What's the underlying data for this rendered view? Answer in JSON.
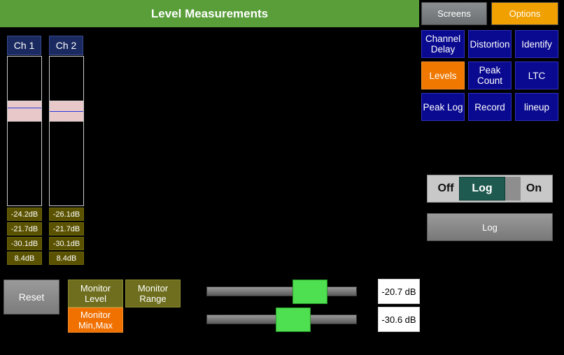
{
  "header": {
    "title": "Level Measurements"
  },
  "top_buttons": {
    "screens": "Screens",
    "options": "Options"
  },
  "options_grid": [
    {
      "label": "Channel Delay",
      "active": false
    },
    {
      "label": "Distortion",
      "active": false
    },
    {
      "label": "Identify",
      "active": false
    },
    {
      "label": "Levels",
      "active": true
    },
    {
      "label": "Peak Count",
      "active": false
    },
    {
      "label": "LTC",
      "active": false
    },
    {
      "label": "Peak Log",
      "active": false
    },
    {
      "label": "Record",
      "active": false
    },
    {
      "label": "lineup",
      "active": false
    }
  ],
  "channels": [
    {
      "name": "Ch 1",
      "values": [
        "-24.2dB",
        "-21.7dB",
        "-30.1dB",
        "8.4dB"
      ]
    },
    {
      "name": "Ch 2",
      "values": [
        "-26.1dB",
        "-21.7dB",
        "-30.1dB",
        "8.4dB"
      ]
    }
  ],
  "controls": {
    "reset": "Reset",
    "monitor_level": "Monitor Level",
    "monitor_range": "Monitor Range",
    "monitor_minmax": "Monitor Min,Max"
  },
  "sliders": [
    {
      "readout": "-20.7 dB",
      "fraction": 0.745
    },
    {
      "readout": "-30.6 dB",
      "fraction": 0.6
    }
  ],
  "log_toggle": {
    "off_label": "Off",
    "on_label": "On",
    "knob_label": "Log",
    "state": "middle"
  },
  "log_button": "Log"
}
